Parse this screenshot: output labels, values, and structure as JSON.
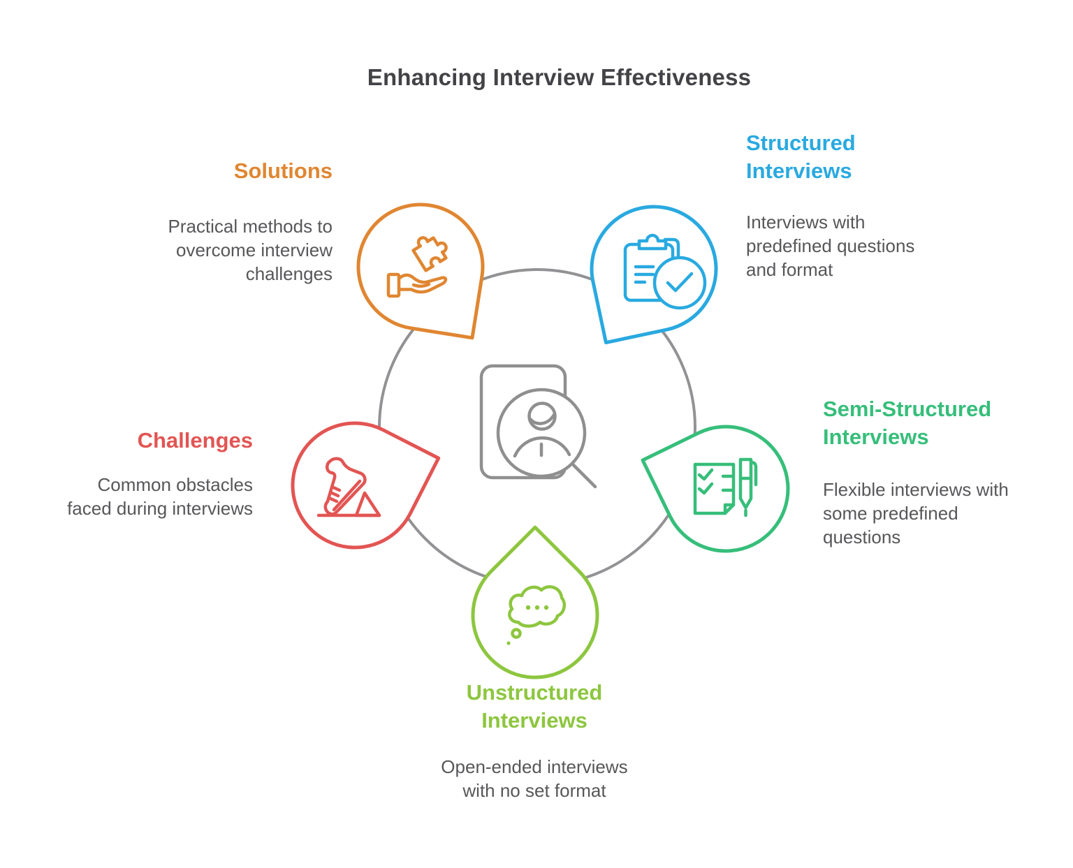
{
  "title": "Enhancing Interview Effectiveness",
  "colors": {
    "title": "#434347",
    "description": "#57575A",
    "ring": "#929295",
    "center_icon": "#8F8F8F"
  },
  "center": {
    "icon": "person-magnifier-icon"
  },
  "nodes": [
    {
      "id": "solutions",
      "heading": "Solutions",
      "description": "Practical methods to\novercome interview\nchallenges",
      "color": "#E08631",
      "icon": "hand-puzzle-icon"
    },
    {
      "id": "structured-interviews",
      "heading": "Structured\nInterviews",
      "description": "Interviews with\npredefined questions\nand format",
      "color": "#29A9E0",
      "icon": "clipboard-check-icon"
    },
    {
      "id": "semi-structured-interviews",
      "heading": "Semi-Structured\nInterviews",
      "description": "Flexible interviews with\nsome predefined\nquestions",
      "color": "#36BE7A",
      "icon": "checklist-pen-icon"
    },
    {
      "id": "unstructured-interviews",
      "heading": "Unstructured\nInterviews",
      "description": "Open-ended interviews\nwith no set format",
      "color": "#8DC63F",
      "icon": "thought-bubble-icon"
    },
    {
      "id": "challenges",
      "heading": "Challenges",
      "description": "Common obstacles\nfaced during interviews",
      "color": "#E25553",
      "icon": "shoe-obstacle-icon"
    }
  ]
}
